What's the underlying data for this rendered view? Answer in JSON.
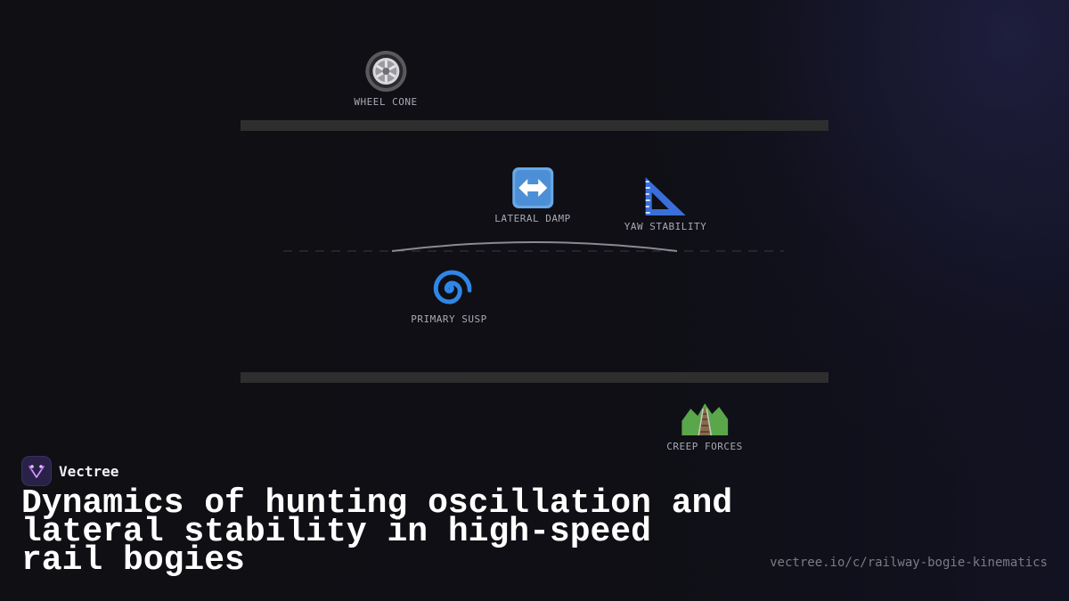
{
  "diagram": {
    "nodes": [
      {
        "id": "wheel-cone",
        "icon": "wheel-icon",
        "label": "WHEEL CONE"
      },
      {
        "id": "lateral-damp",
        "icon": "left-right-arrow-icon",
        "label": "LATERAL DAMP"
      },
      {
        "id": "yaw-stability",
        "icon": "triangular-ruler-icon",
        "label": "YAW STABILITY"
      },
      {
        "id": "primary-susp",
        "icon": "cyclone-icon",
        "label": "PRIMARY SUSP"
      },
      {
        "id": "creep-forces",
        "icon": "railway-track-icon",
        "label": "CREEP FORCES"
      }
    ]
  },
  "brand": {
    "name": "Vectree",
    "logo_color": "#2a2148",
    "accent_color": "#b36cf0"
  },
  "title": "Dynamics of hunting oscillation and lateral stability in high-speed rail bogies",
  "url": "vectree.io/c/railway-bogie-kinematics"
}
